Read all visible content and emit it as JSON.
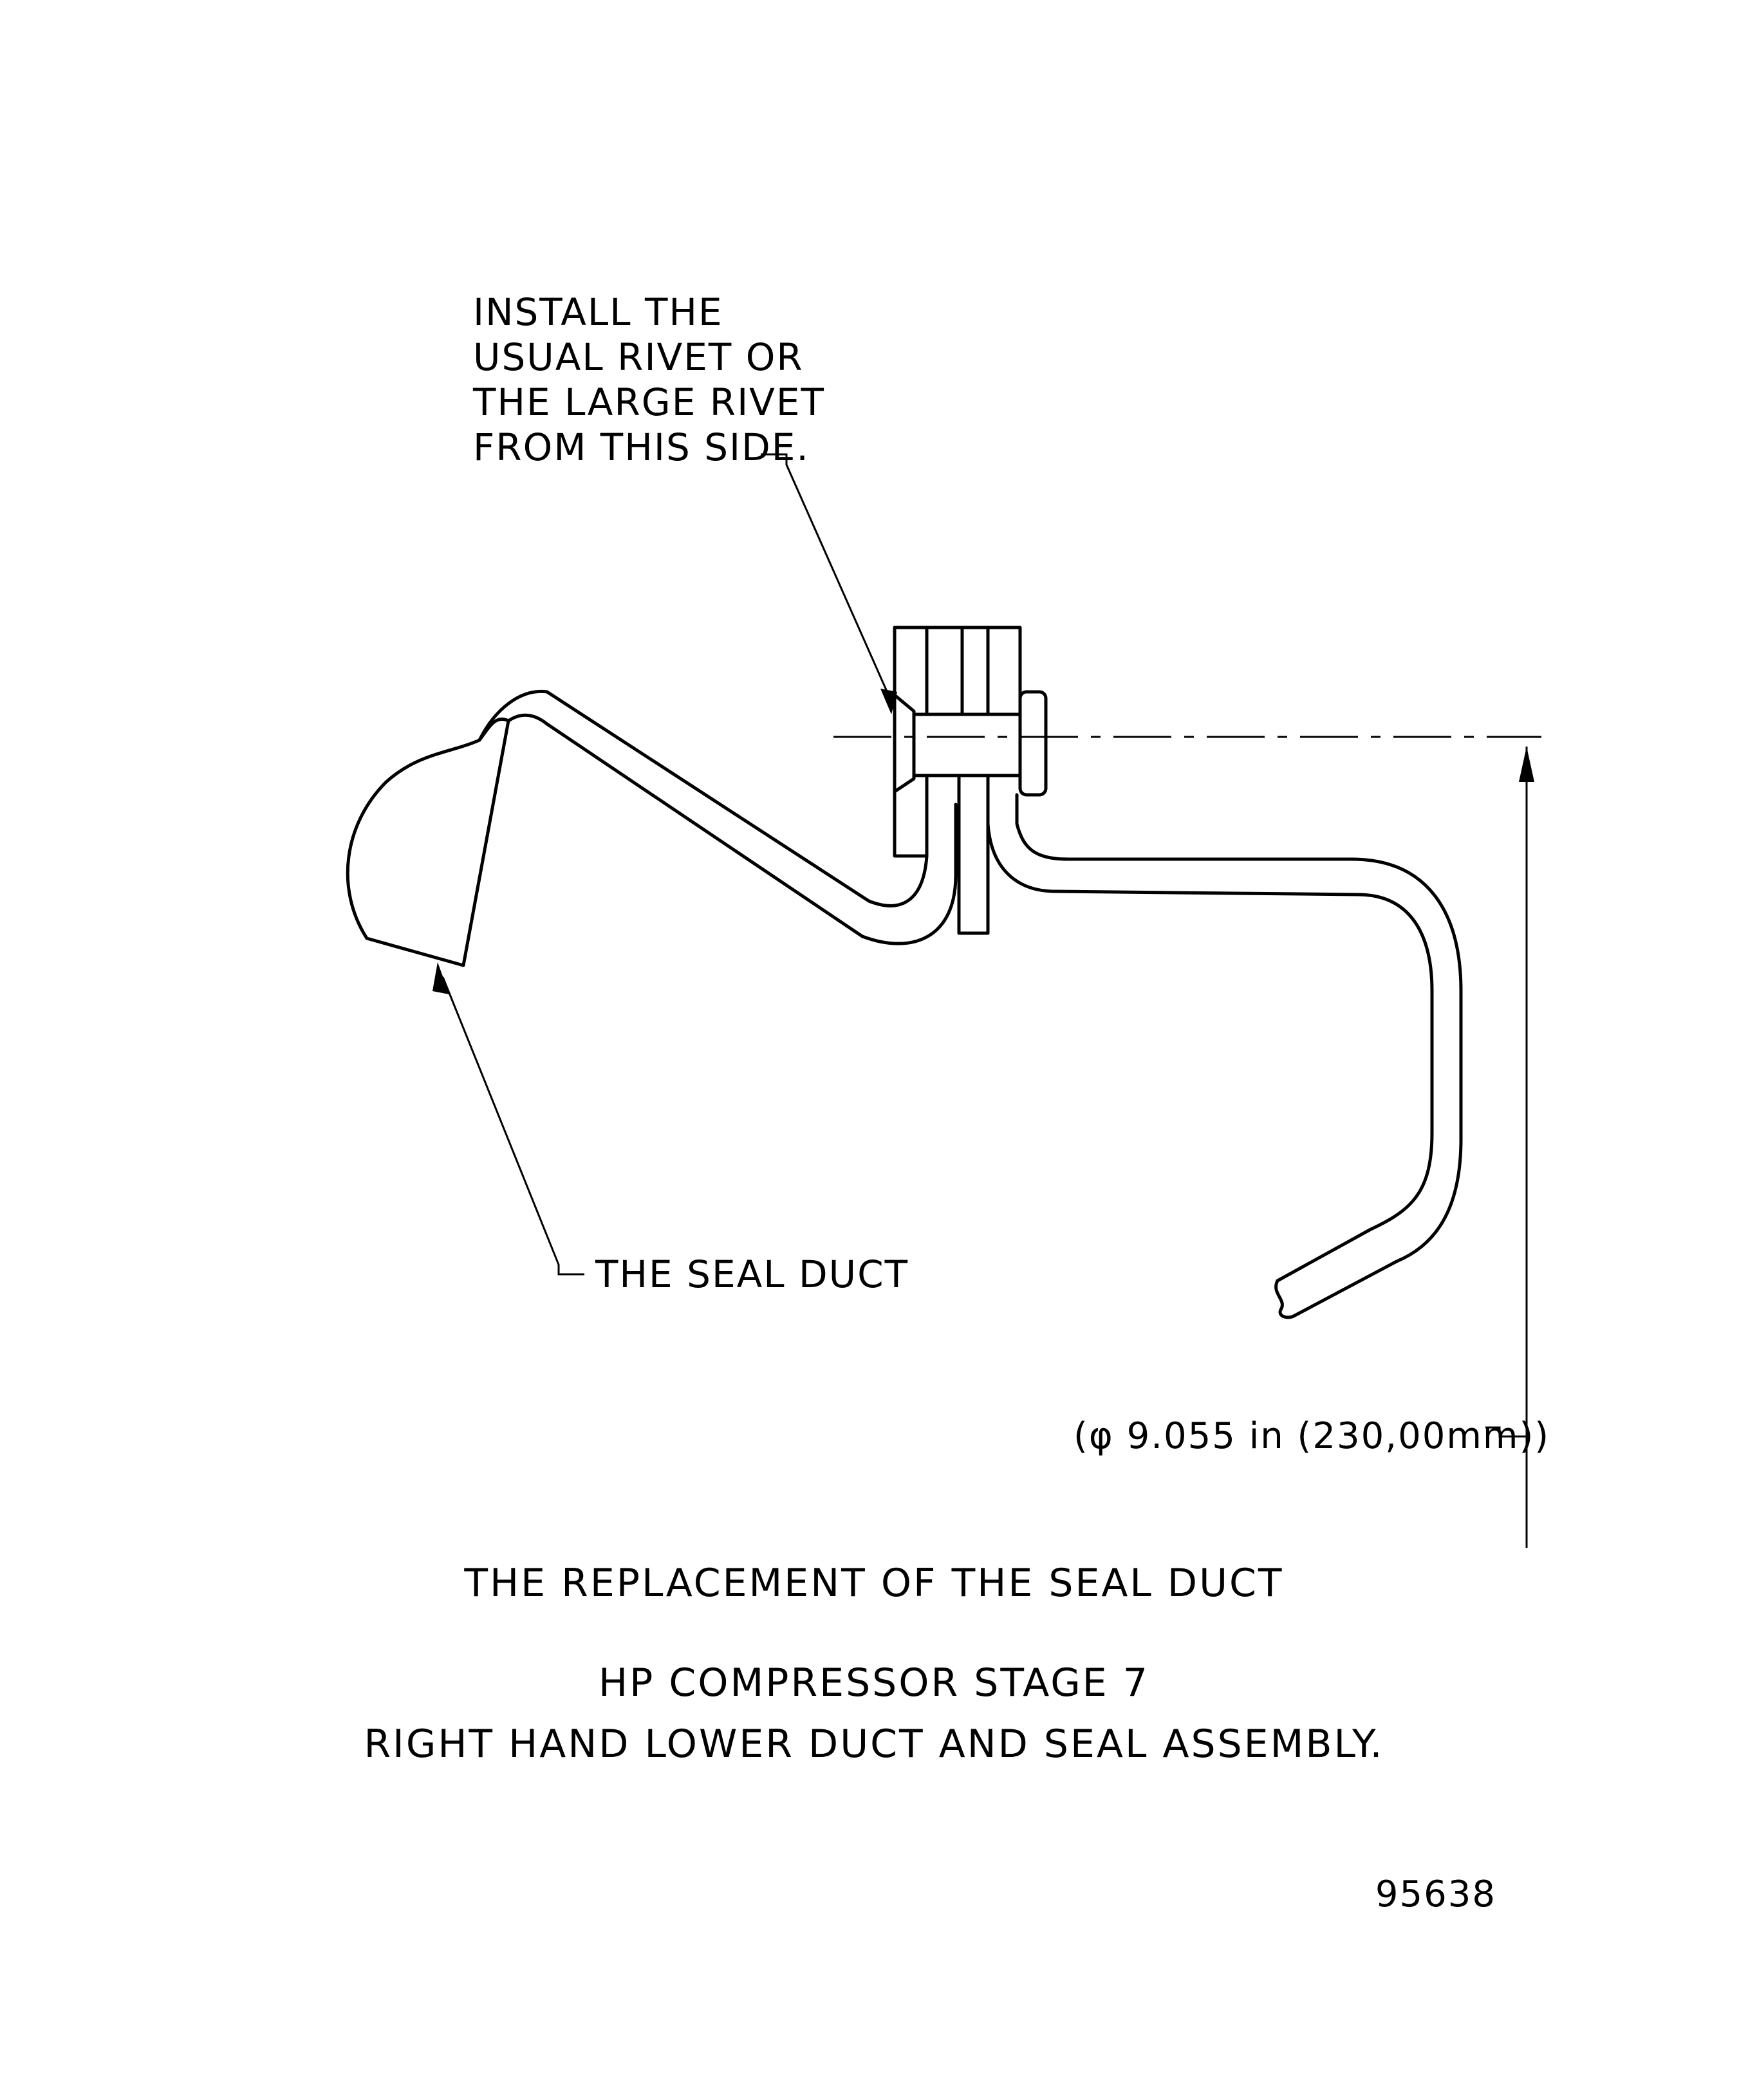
{
  "callouts": {
    "rivet_note": [
      "INSTALL THE",
      "USUAL RIVET OR",
      "THE LARGE RIVET",
      "FROM THIS SIDE."
    ],
    "seal_duct": "THE SEAL DUCT"
  },
  "dimension": {
    "label": "(φ 9.055 in (230,00mm))"
  },
  "captions": {
    "title": "THE REPLACEMENT OF THE SEAL DUCT",
    "subtitle_line1": "HP COMPRESSOR STAGE 7",
    "subtitle_line2": "RIGHT HAND LOWER DUCT AND SEAL ASSEMBLY."
  },
  "figure_number": "95638"
}
